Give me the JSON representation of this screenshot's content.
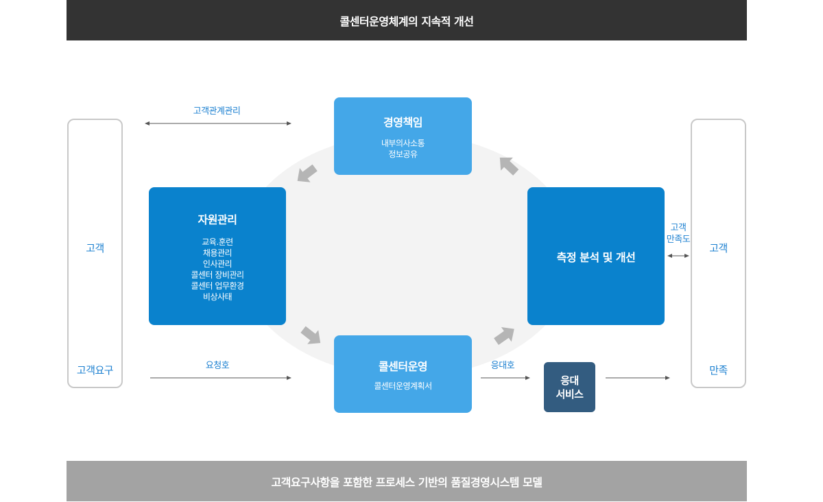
{
  "header": {
    "title": "콜센터운영체계의 지속적 개선"
  },
  "footer": {
    "title": "고객요구사항을 포함한 프로세스 기반의 품질경영시스템 모델"
  },
  "left_panel": {
    "top_label": "고객",
    "bottom_label": "고객요구"
  },
  "right_panel": {
    "top_label": "고객",
    "bottom_label": "만족"
  },
  "boxes": {
    "management": {
      "title": "경영책임",
      "lines": [
        "내부의사소통",
        "정보공유"
      ]
    },
    "resources": {
      "title": "자원관리",
      "lines": [
        "교육.훈련",
        "채용관리",
        "인사관리",
        "콜센터 장비관리",
        "콜센터 업무환경",
        "비상사태"
      ]
    },
    "operation": {
      "title": "콜센터운영",
      "lines": [
        "콜센터운영계획서"
      ]
    },
    "measurement": {
      "title": "측정 분석 및 개선"
    }
  },
  "service_box": {
    "line1": "응대",
    "line2": "서비스"
  },
  "labels": {
    "crm": "고객관계관리",
    "request": "요청호",
    "response": "응대호",
    "satisfaction_line1": "고객",
    "satisfaction_line2": "만족도"
  },
  "colors": {
    "header_bg": "#333333",
    "footer_bg": "#a3a3a3",
    "box_light": "#44a7e8",
    "box_dark": "#0a82cd",
    "service_box": "#335c80",
    "label_text": "#1a7fd0"
  }
}
